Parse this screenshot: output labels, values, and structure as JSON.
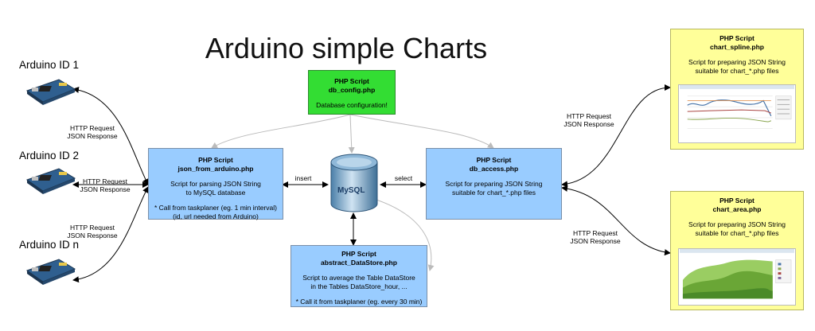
{
  "title": "Arduino simple Charts",
  "arduinos": [
    {
      "label": "Arduino ID 1"
    },
    {
      "label": "Arduino ID 2"
    },
    {
      "label": "Arduino ID n"
    }
  ],
  "http_labels": {
    "left_top": [
      "HTTP Request",
      "JSON Response"
    ],
    "left_mid": [
      "HTTP Request",
      "JSON Response"
    ],
    "left_bottom": [
      "HTTP Request",
      "JSON Response"
    ],
    "right_top": [
      "HTTP Request",
      "JSON Response"
    ],
    "right_bottom": [
      "HTTP Request",
      "JSON Response"
    ]
  },
  "edge_labels": {
    "insert": "insert",
    "select": "select"
  },
  "boxes": {
    "db_config": {
      "heading": "PHP Script",
      "file": "db_config.php",
      "lines": [
        "Database configuration!"
      ]
    },
    "json_from_arduino": {
      "heading": "PHP Script",
      "file": "json_from_arduino.php",
      "lines": [
        "Script for parsing JSON String",
        "to MySQL database"
      ],
      "notes": [
        "* Call from taskplaner (eg. 1 min interval)",
        "(id, url needed from Arduino)"
      ]
    },
    "db_access": {
      "heading": "PHP Script",
      "file": "db_access.php",
      "lines": [
        "Script for preparing JSON String",
        "suitable for chart_*.php files"
      ]
    },
    "abstract_datastore": {
      "heading": "PHP Script",
      "file": "abstract_DataStore.php",
      "lines": [
        "Script to average the Table DataStore",
        "in the Tables DataStore_hour, ..."
      ],
      "notes": [
        "* Call it from taskplaner (eg. every 30 min)"
      ]
    },
    "chart_spline": {
      "heading": "PHP Script",
      "file": "chart_spline.php",
      "lines": [
        "Script for preparing JSON String",
        "suitable for chart_*.php files"
      ]
    },
    "chart_area": {
      "heading": "PHP Script",
      "file": "chart_area.php",
      "lines": [
        "Script for preparing JSON String",
        "suitable for chart_*.php files"
      ]
    }
  },
  "database": {
    "logo_text": "MySQL"
  },
  "colors": {
    "php_box": "#99ccff",
    "config_box": "#33dd33",
    "chart_box": "#ffff99",
    "arrow_black": "#000000",
    "arrow_gray": "#bbbbbb"
  }
}
